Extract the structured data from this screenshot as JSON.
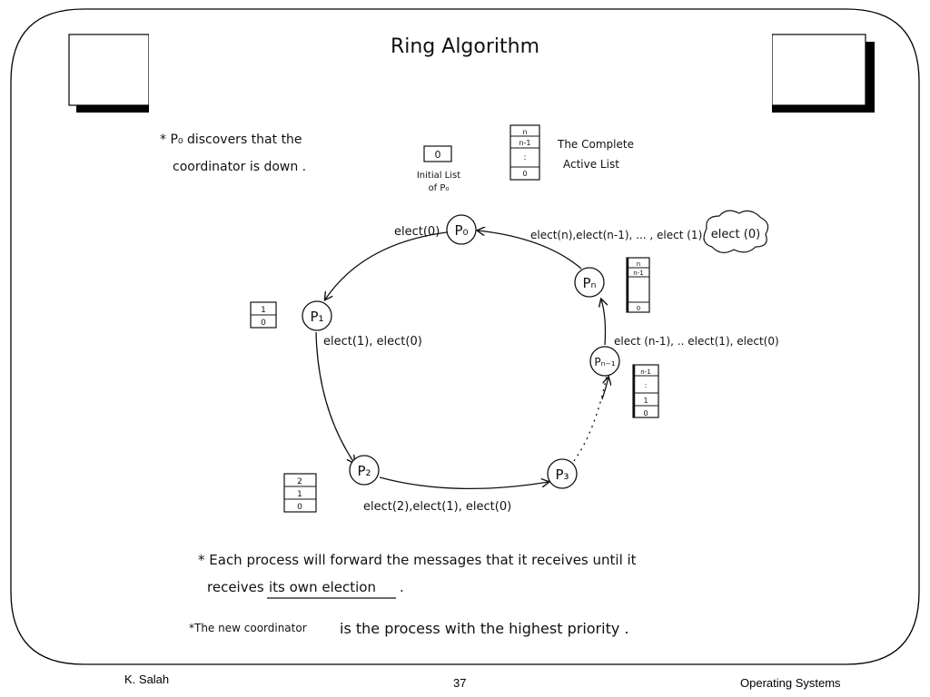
{
  "slide": {
    "title": "Ring Algorithm",
    "note_top_1": "* P₀ discovers that the",
    "note_top_2": "coordinator is down .",
    "initial_list_label_1": "Initial List",
    "initial_list_label_2": "of P₀",
    "initial_list_value": "0",
    "complete_list_label_1": "The Complete",
    "complete_list_label_2": "Active List",
    "complete_list_rows": [
      "n",
      "n-1",
      ":",
      "0"
    ],
    "processes": {
      "p0": "P₀",
      "p1": "P₁",
      "p2": "P₂",
      "p3": "P₃",
      "pn1": "Pₙ₋₁",
      "pn": "Pₙ"
    },
    "messages": {
      "to_p1": "elect(0)",
      "to_p2": "elect(1), elect(0)",
      "to_p3": "elect(2),elect(1), elect(0)",
      "to_pn": "elect (n-1), .. elect(1), elect(0)",
      "to_p0": "elect(n),elect(n-1), ... , elect (1),",
      "cloud": "elect (0)"
    },
    "list_p1": [
      "1",
      "0"
    ],
    "list_p2": [
      "2",
      "1",
      "0"
    ],
    "list_pn1": [
      "n-1",
      ":",
      "1",
      "0"
    ],
    "list_pn": [
      "n",
      "n-1",
      "",
      "0"
    ],
    "note_bottom_1": "* Each process will forward the messages that it receives until it",
    "note_bottom_2a": "receives",
    "note_bottom_2b": "its own election",
    "note_bottom_2c": ".",
    "note_bottom_3a": "*The new coordinator",
    "note_bottom_3b": "is the process with the highest priority ."
  },
  "footer": {
    "author": "K. Salah",
    "page": "37",
    "course": "Operating Systems"
  }
}
